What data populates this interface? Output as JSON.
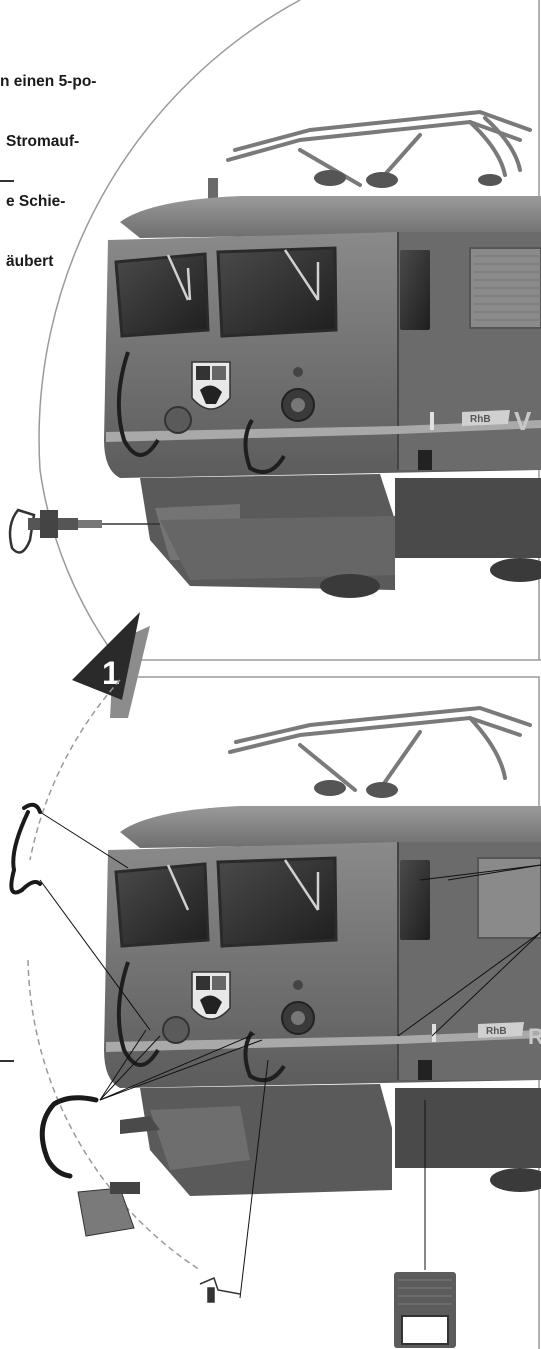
{
  "instruction_text": {
    "line1": "n einen 5-po-",
    "line2": "Stromauf-",
    "line3": "e Schie-",
    "line4": "äubert"
  },
  "step_badge": {
    "number": "1"
  },
  "locomotive": {
    "top_logo": "RhB",
    "top_side_letter": "V",
    "bottom_logo": "RhB",
    "bottom_side_letter": "R"
  },
  "colors": {
    "loco_body": "#6f6f6f",
    "loco_dark": "#3c3c3c",
    "stripe": "#a9a9a9",
    "frame_line": "#9a9a9a",
    "badge_fill": "#2a2a2a",
    "badge_shadow": "#8c8c8c"
  }
}
